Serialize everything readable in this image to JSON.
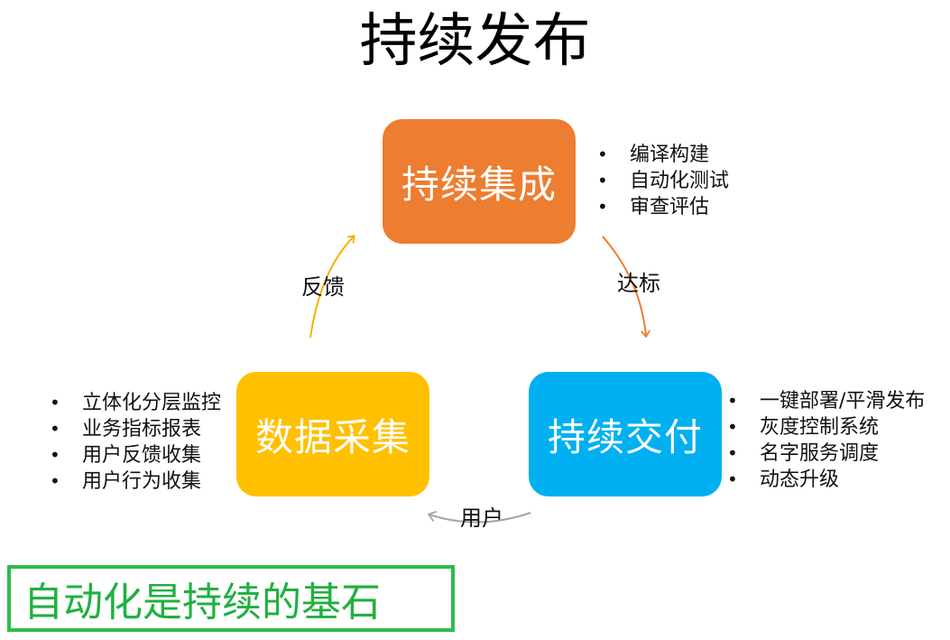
{
  "title": "持续发布",
  "colors": {
    "ci_box": "#ed7d31",
    "cd_box": "#00b0f0",
    "dc_box": "#ffc000",
    "arrow_feedback": "#f5b000",
    "arrow_reach": "#ed7d31",
    "arrow_user": "#a6a6a6",
    "footer": "#20b040"
  },
  "nodes": {
    "ci": {
      "label": "持续集成",
      "bullets": [
        "编译构建",
        "自动化测试",
        "审查评估"
      ]
    },
    "cd": {
      "label": "持续交付",
      "bullets": [
        "一键部署/平滑发布",
        "灰度控制系统",
        "名字服务调度",
        "动态升级"
      ]
    },
    "dc": {
      "label": "数据采集",
      "bullets": [
        "立体化分层监控",
        "业务指标报表",
        "用户反馈收集",
        "用户行为收集"
      ]
    }
  },
  "edges": {
    "feedback": "反馈",
    "reach": "达标",
    "user": "用户"
  },
  "footer": "自动化是持续的基石"
}
